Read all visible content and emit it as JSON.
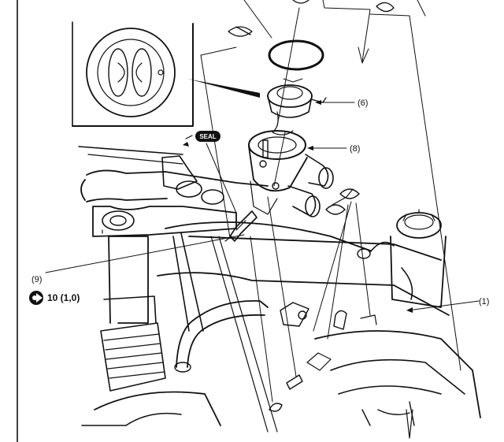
{
  "callouts": {
    "c6": "(6)",
    "c8": "(8)",
    "c9": "(9)",
    "c1": "(1)"
  },
  "torque": {
    "value": "10 (1,0)",
    "icon": "torque-wrench-icon"
  },
  "seal_label": "SEAL",
  "colors": {
    "ink": "#111111",
    "background": "#ffffff"
  }
}
